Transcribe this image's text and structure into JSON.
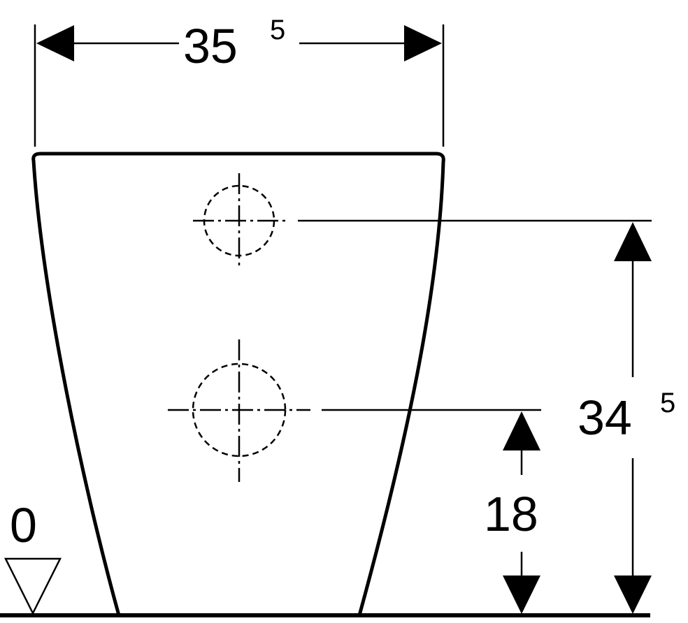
{
  "dimensions": {
    "width": {
      "main": "35",
      "sup": "5"
    },
    "height_upper": {
      "main": "34",
      "sup": "5"
    },
    "height_lower": {
      "main": "18"
    },
    "floor_level": {
      "main": "0"
    }
  },
  "colors": {
    "line": "#000000",
    "background": "#ffffff"
  },
  "icons": {
    "floor_marker": "triangle-down-icon"
  }
}
